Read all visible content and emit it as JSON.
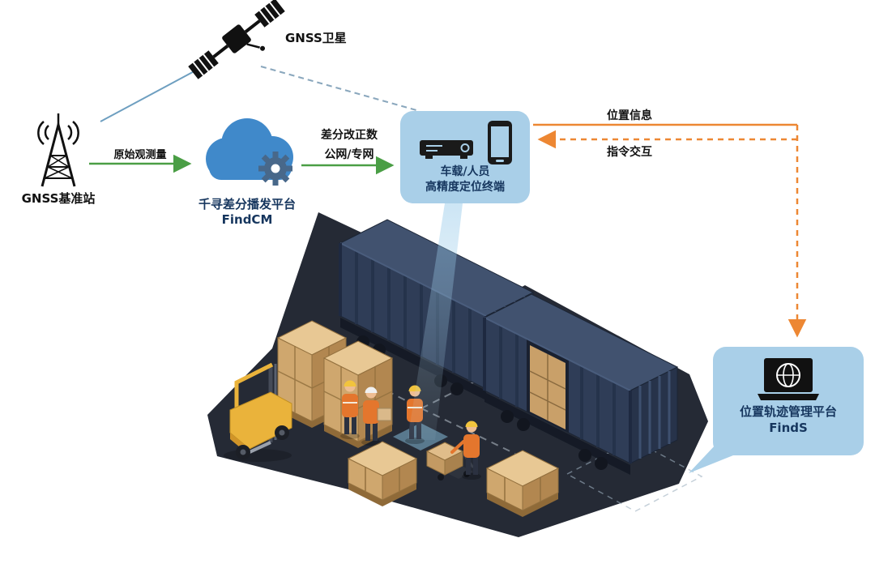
{
  "diagram": {
    "nodes": {
      "satellite": {
        "label": "GNSS卫星"
      },
      "base_station": {
        "label": "GNSS基准站"
      },
      "cloud_platform": {
        "line1": "千寻差分播发平台",
        "line2": "FindCM"
      },
      "terminal": {
        "line1": "车载/人员",
        "line2": "高精度定位终端"
      },
      "management_platform": {
        "line1": "位置轨迹管理平台",
        "line2": "FindS"
      }
    },
    "edges": {
      "raw_observation": "原始观测量",
      "correction_line1": "差分改正数",
      "correction_line2": "公网/专网",
      "location_info": "位置信息",
      "command_interaction": "指令交互"
    },
    "colors": {
      "bubble_bg": "#a9cfe8",
      "label_navy": "#16365e",
      "arrow_green": "#4a9e45",
      "arrow_orange": "#ed8733",
      "cloud_blue": "#4089ca",
      "gear_blue": "#48688a",
      "container_navy": "#2f3d57",
      "floor_dark": "#252a35",
      "box_tan": "#cfa76e",
      "forklift_yellow": "#eab33b",
      "beam_blue": "#8fc6e8"
    }
  }
}
